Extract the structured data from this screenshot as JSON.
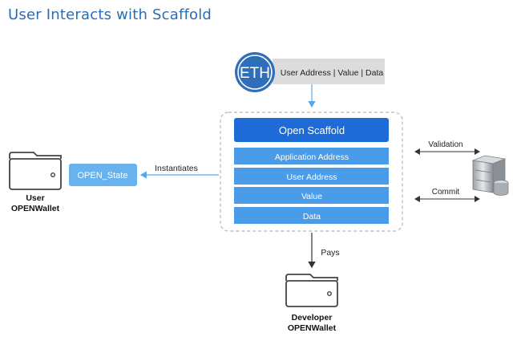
{
  "title": "User Interacts with Scaffold",
  "eth": {
    "logo_text": "ETH",
    "params": "User Address | Value | Data"
  },
  "scaffold": {
    "header": "Open Scaffold",
    "fields": [
      "Application Address",
      "User Address",
      "Value",
      "Data"
    ]
  },
  "open_state": {
    "label": "OPEN_State",
    "arrow_label": "Instantiates"
  },
  "user_wallet": {
    "line1": "User",
    "line2": "OPENWallet"
  },
  "developer_wallet": {
    "line1": "Developer",
    "line2": "OPENWallet",
    "arrow_label": "Pays"
  },
  "server": {
    "validation_label": "Validation",
    "commit_label": "Commit"
  },
  "colors": {
    "title": "#2a6db5",
    "eth_circle": "#2f6fb9",
    "header_blue": "#1e6ad6",
    "field_blue": "#4a9be8",
    "open_state_blue": "#68b2f0",
    "params_bg": "#dcdcdc"
  }
}
